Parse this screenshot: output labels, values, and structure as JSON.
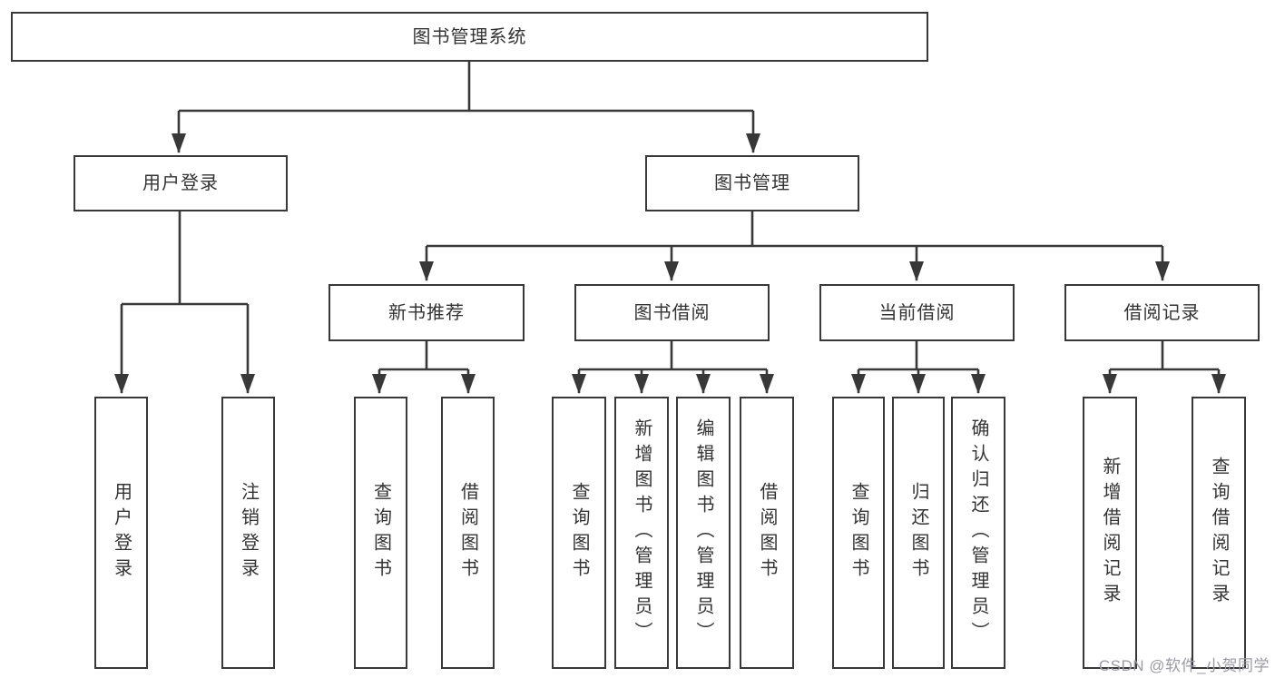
{
  "tree": {
    "root": "图书管理系统",
    "branches": [
      {
        "label": "用户登录",
        "children": [
          "用户登录",
          "注销登录"
        ]
      },
      {
        "label": "图书管理"
      }
    ],
    "groups": [
      {
        "label": "新书推荐",
        "children": [
          "查询图书",
          "借阅图书"
        ]
      },
      {
        "label": "图书借阅",
        "children": [
          "查询图书",
          "新增图书（管理员）",
          "编辑图书（管理员）",
          "借阅图书"
        ]
      },
      {
        "label": "当前借阅",
        "children": [
          "查询图书",
          "归还图书",
          "确认归还（管理员）"
        ]
      },
      {
        "label": "借阅记录",
        "children": [
          "新增借阅记录",
          "查询借阅记录"
        ]
      }
    ]
  },
  "watermark": "CSDN @软件_小贺同学",
  "colors": {
    "line": "#383838",
    "text": "#333333",
    "watermark": "#9b9ba3",
    "background": "#ffffff"
  }
}
